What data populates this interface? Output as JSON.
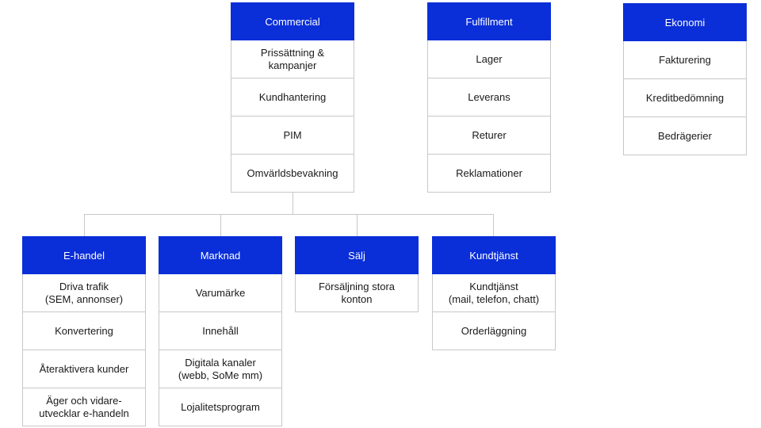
{
  "colors": {
    "header_bg": "#0a2ed8",
    "header_text": "#ffffff",
    "cell_border": "#c8c8c8",
    "cell_text": "#1a1a1a"
  },
  "top": {
    "commercial": {
      "title": "Commercial",
      "items": [
        "Prissättning &\nkampanjer",
        "Kundhantering",
        "PIM",
        "Omvärldsbevakning"
      ]
    },
    "fulfillment": {
      "title": "Fulfillment",
      "items": [
        "Lager",
        "Leverans",
        "Returer",
        "Reklamationer"
      ]
    },
    "ekonomi": {
      "title": "Ekonomi",
      "items": [
        "Fakturering",
        "Kreditbedömning",
        "Bedrägerier"
      ]
    }
  },
  "bottom": {
    "ehandel": {
      "title": "E-handel",
      "items": [
        "Driva trafik\n(SEM, annonser)",
        "Konvertering",
        "Återaktivera kunder",
        "Äger och vidare-\nutvecklar e-handeln"
      ]
    },
    "marknad": {
      "title": "Marknad",
      "items": [
        "Varumärke",
        "Innehåll",
        "Digitala kanaler\n(webb, SoMe mm)",
        "Lojalitetsprogram"
      ]
    },
    "salj": {
      "title": "Sälj",
      "items": [
        "Försäljning stora\nkonton"
      ]
    },
    "kundtjanst": {
      "title": "Kundtjänst",
      "items": [
        "Kundtjänst\n(mail, telefon, chatt)",
        "Orderläggning"
      ]
    }
  }
}
